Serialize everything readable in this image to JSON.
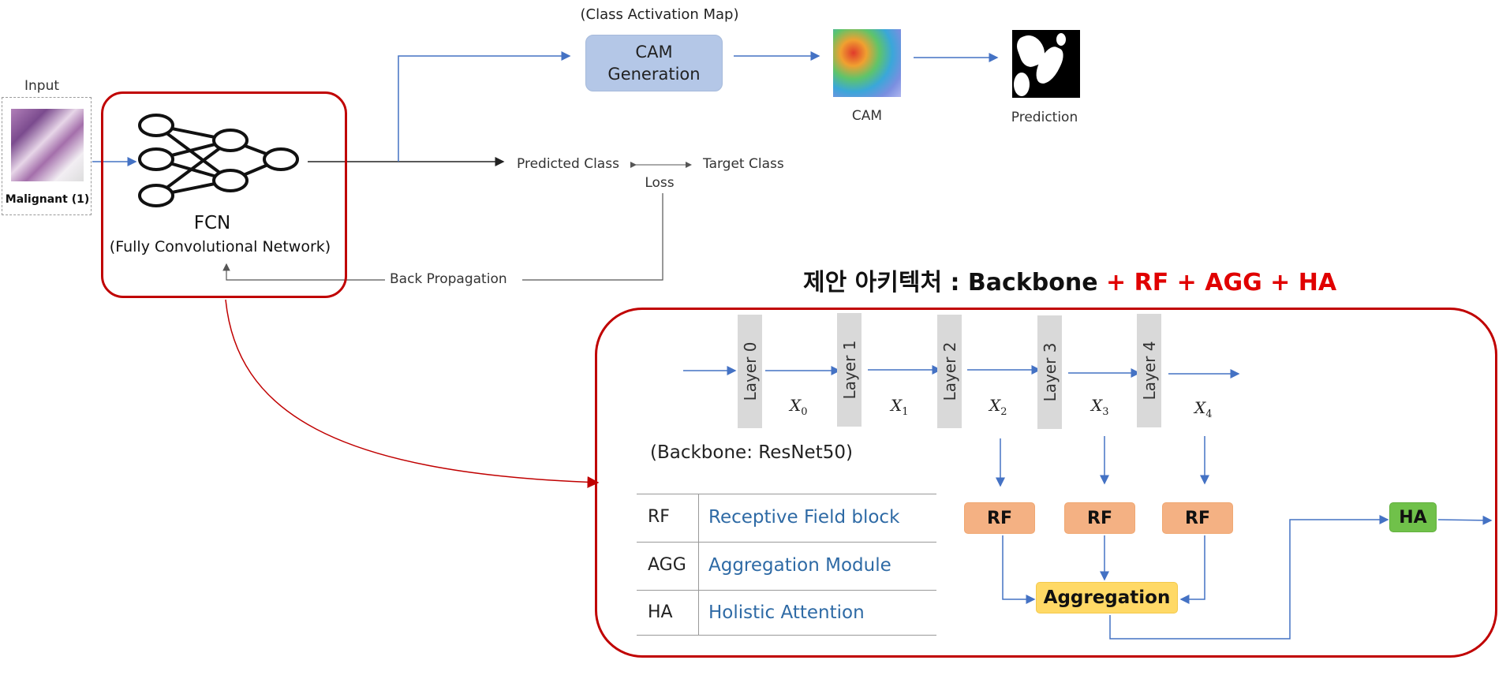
{
  "input": {
    "title": "Input",
    "caption": "Malignant (1)"
  },
  "fcn": {
    "name": "FCN",
    "full_name": "(Fully Convolutional Network)"
  },
  "cam": {
    "caption_top": "(Class Activation Map)",
    "generation_label": "CAM Generation",
    "cam_label": "CAM",
    "prediction_label": "Prediction"
  },
  "loss": {
    "predicted": "Predicted Class",
    "target": "Target Class",
    "loss": "Loss",
    "back_prop": "Back Propagation"
  },
  "title": {
    "main": "제안 아키텍처 : Backbone",
    "accent": "+ RF + AGG + HA",
    "accent_color": "#e00000"
  },
  "backbone": {
    "layers": [
      "Layer 0",
      "Layer 1",
      "Layer 2",
      "Layer 3",
      "Layer 4"
    ],
    "outputs": [
      {
        "var": "X",
        "sub": "0"
      },
      {
        "var": "X",
        "sub": "1"
      },
      {
        "var": "X",
        "sub": "2"
      },
      {
        "var": "X",
        "sub": "3"
      },
      {
        "var": "X",
        "sub": "4"
      }
    ],
    "note": "(Backbone: ResNet50)"
  },
  "legend": [
    {
      "abbr": "RF",
      "desc": "Receptive Field block"
    },
    {
      "abbr": "AGG",
      "desc": "Aggregation Module"
    },
    {
      "abbr": "HA",
      "desc": "Holistic Attention"
    }
  ],
  "modules": {
    "rf": "RF",
    "aggregation": "Aggregation",
    "ha": "HA"
  },
  "colors": {
    "frame": "#c00000",
    "arrow": "#4472c4",
    "cam_box": "#b4c7e7",
    "rf_box": "#f4b183",
    "agg_box": "#ffd966",
    "ha_box": "#70c14a",
    "layer_box": "#d9d9d9",
    "legend_text": "#2e6aa5"
  },
  "icons": [
    "neural-network-icon",
    "histology-image",
    "cam-heatmap-image",
    "prediction-mask-image"
  ]
}
